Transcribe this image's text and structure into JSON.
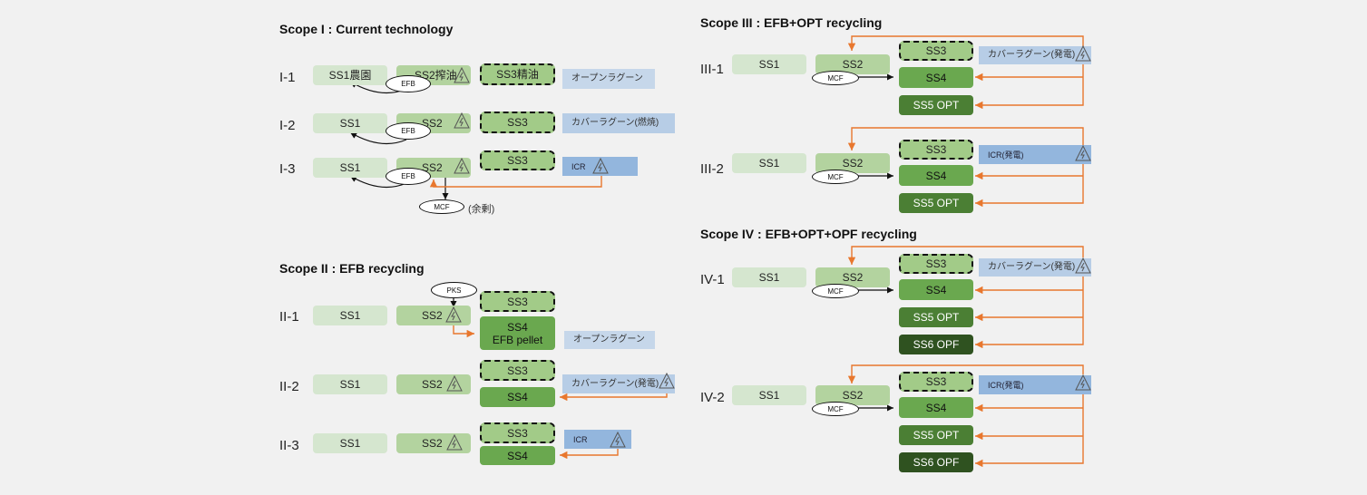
{
  "scopes": {
    "s1": {
      "title": "Scope I : Current technology",
      "rows": [
        {
          "label": "I-1",
          "ss1": "SS1農園",
          "ss2": "SS2搾油",
          "ss3": "SS3精油",
          "treat": "オープンラグーン",
          "ellipse": "EFB"
        },
        {
          "label": "I-2",
          "ss1": "SS1",
          "ss2": "SS2",
          "ss3": "SS3",
          "treat": "カバーラグーン(燃焼)",
          "ellipse": "EFB"
        },
        {
          "label": "I-3",
          "ss1": "SS1",
          "ss2": "SS2",
          "ss3": "SS3",
          "treat": "ICR",
          "ellipse": "EFB",
          "mcf": "MCF",
          "note": "(余剰)"
        }
      ]
    },
    "s2": {
      "title": "Scope II : EFB recycling",
      "rows": [
        {
          "label": "II-1",
          "ss1": "SS1",
          "ss2": "SS2",
          "ss3": "SS3",
          "ss4": "SS4",
          "ss4b": "EFB pellet",
          "treat": "オープンラグーン",
          "pks": "PKS"
        },
        {
          "label": "II-2",
          "ss1": "SS1",
          "ss2": "SS2",
          "ss3": "SS3",
          "ss4": "SS4",
          "treat": "カバーラグーン(発電)"
        },
        {
          "label": "II-3",
          "ss1": "SS1",
          "ss2": "SS2",
          "ss3": "SS3",
          "ss4": "SS4",
          "treat": "ICR"
        }
      ]
    },
    "s3": {
      "title": "Scope III : EFB+OPT recycling",
      "rows": [
        {
          "label": "III-1",
          "ss1": "SS1",
          "ss2": "SS2",
          "ss3": "SS3",
          "ss4": "SS4",
          "ss5": "SS5 OPT",
          "treat": "カバーラグーン(発電)",
          "mcf": "MCF"
        },
        {
          "label": "III-2",
          "ss1": "SS1",
          "ss2": "SS2",
          "ss3": "SS3",
          "ss4": "SS4",
          "ss5": "SS5 OPT",
          "treat": "ICR(発電)",
          "mcf": "MCF"
        }
      ]
    },
    "s4": {
      "title": "Scope IV : EFB+OPT+OPF recycling",
      "rows": [
        {
          "label": "IV-1",
          "ss1": "SS1",
          "ss2": "SS2",
          "ss3": "SS3",
          "ss4": "SS4",
          "ss5": "SS5 OPT",
          "ss6": "SS6 OPF",
          "treat": "カバーラグーン(発電)",
          "mcf": "MCF"
        },
        {
          "label": "IV-2",
          "ss1": "SS1",
          "ss2": "SS2",
          "ss3": "SS3",
          "ss4": "SS4",
          "ss5": "SS5 OPT",
          "ss6": "SS6 OPF",
          "treat": "ICR(発電)",
          "mcf": "MCF"
        }
      ]
    }
  },
  "colors": {
    "arrow_orange": "#e8772e",
    "arrow_black": "#111111",
    "ss1": "#d5e6cf",
    "ss2": "#b3d39f",
    "ss3": "#a2cb88",
    "ss4": "#6aa84f",
    "ss5": "#4b7f34",
    "ss6": "#2f5220",
    "open_lagoon": "#c6d7ea",
    "cover_lagoon": "#b7cde6",
    "icr": "#93b6dd"
  },
  "icons": {
    "power": "warning-lightning-icon"
  }
}
